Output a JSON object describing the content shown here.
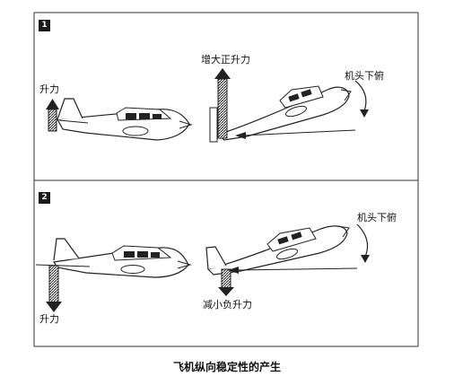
{
  "panels": [
    {
      "badge": "1",
      "lift_label": "升力",
      "tail_force_label": "增大正升力",
      "nose_label": "机头下俯"
    },
    {
      "badge": "2",
      "lift_label": "升力",
      "tail_force_label": "减小负升力",
      "nose_label": "机头下俯"
    }
  ],
  "caption": "飞机纵向稳定性的产生"
}
